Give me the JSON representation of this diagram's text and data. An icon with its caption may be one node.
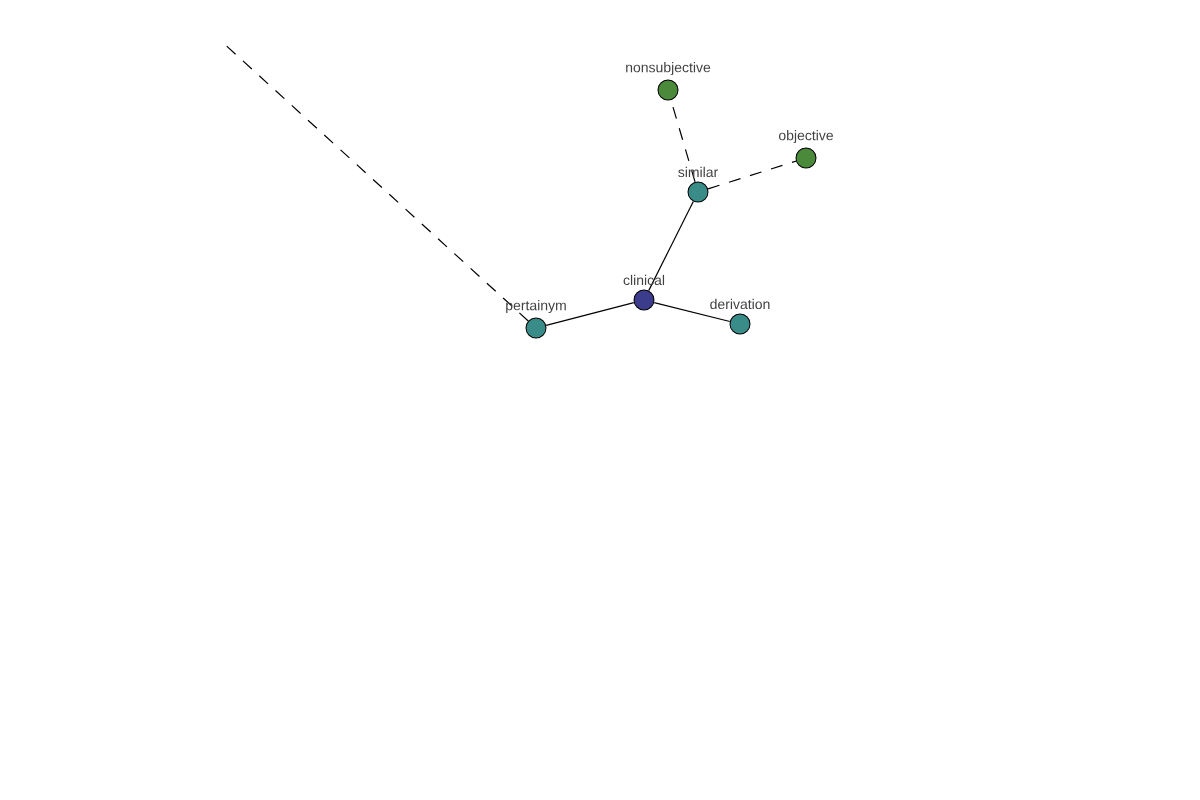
{
  "diagram": {
    "nodes": [
      {
        "text": [
          "clinical"
        ]
      },
      {
        "text": [
          "similar"
        ]
      },
      {
        "text": [
          "nonsubjective"
        ]
      },
      {
        "text": [
          "objective"
        ]
      },
      {
        "text": [
          "pertainym"
        ]
      },
      {
        "text": [
          "derivation"
        ]
      }
    ],
    "edges": [
      {
        "from": 0,
        "to": 1,
        "arrow": "none"
      },
      {
        "from": 0,
        "to": 4,
        "arrow": "none"
      },
      {
        "from": 0,
        "to": 5,
        "arrow": "none"
      },
      {
        "from": 1,
        "to": 2,
        "arrow": "none",
        "style": "dashed"
      },
      {
        "from": 1,
        "to": 3,
        "arrow": "none",
        "style": "dashed"
      },
      {
        "from": 4,
        "to": null,
        "arrow": "none",
        "style": "dashed"
      }
    ]
  }
}
